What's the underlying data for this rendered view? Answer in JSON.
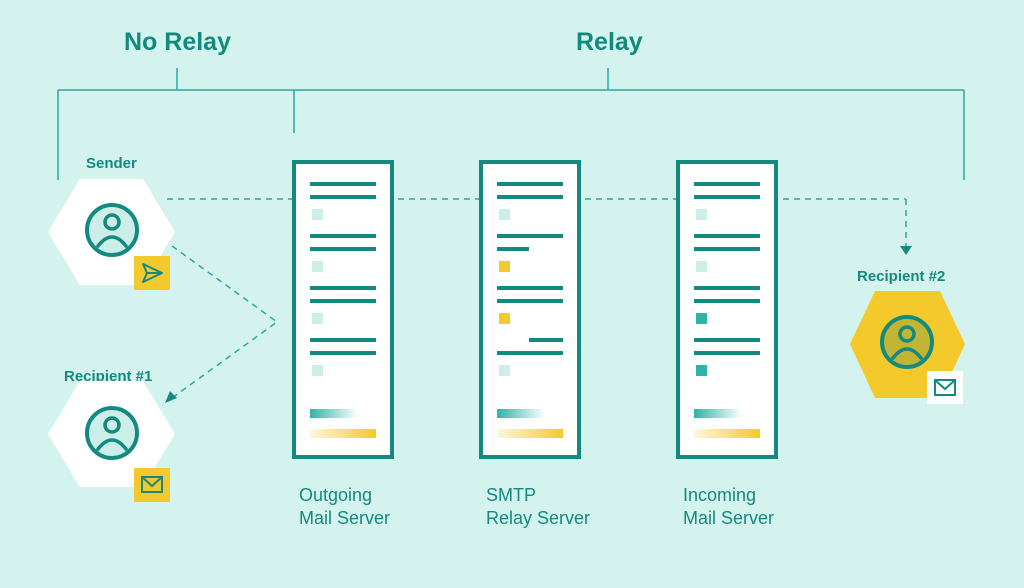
{
  "colors": {
    "background": "#d5f3ee",
    "teal": "#138a80",
    "line": "#2aa9a0",
    "light_teal": "#cdeee8",
    "yellow": "#f4c92b",
    "white": "#ffffff"
  },
  "groups": {
    "no_relay": "No Relay",
    "relay": "Relay"
  },
  "nodes": {
    "sender": {
      "label": "Sender",
      "badge_icon": "send-icon"
    },
    "recipient1": {
      "label": "Recipient #1",
      "badge_icon": "envelope-icon"
    },
    "recipient2": {
      "label": "Recipient #2",
      "badge_icon": "envelope-icon"
    }
  },
  "servers": [
    {
      "line1": "Outgoing",
      "line2": "Mail Server"
    },
    {
      "line1": "SMTP",
      "line2": "Relay Server"
    },
    {
      "line1": "Incoming",
      "line2": "Mail Server"
    }
  ]
}
